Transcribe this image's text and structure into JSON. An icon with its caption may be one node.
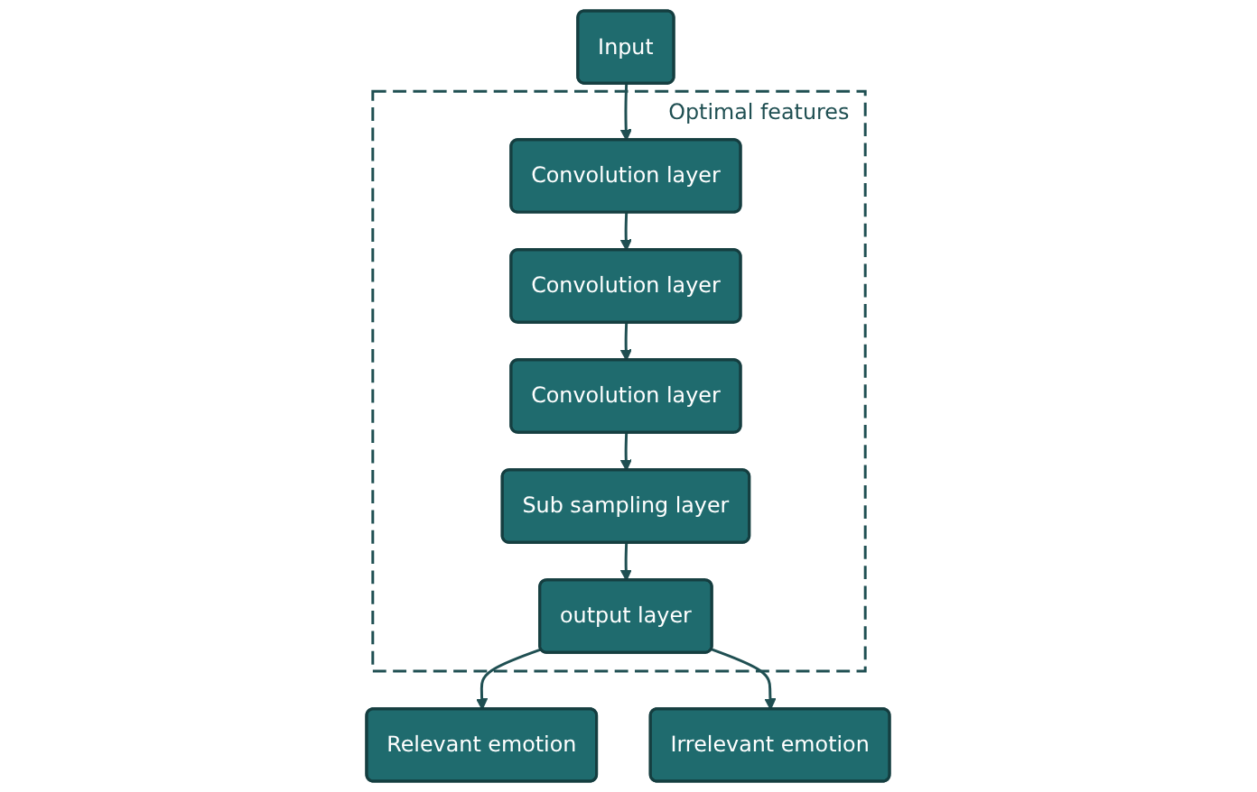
{
  "diagram": {
    "nodes": [
      {
        "text": [
          "Input"
        ]
      },
      {
        "text": [
          "Optimal features"
        ]
      },
      {
        "text": [
          "Convolution layer"
        ],
        "in": 1
      },
      {
        "text": [
          "Convolution layer"
        ],
        "in": 1
      },
      {
        "text": [
          "Convolution layer"
        ],
        "in": 1
      },
      {
        "text": [
          "Sub sampling layer"
        ],
        "in": 1
      },
      {
        "text": [
          "output layer"
        ],
        "in": 1
      },
      {
        "text": [
          "Relevant emotion"
        ]
      },
      {
        "text": [
          "Irrelevant emotion"
        ]
      }
    ],
    "edges": [
      {
        "from": 0,
        "to": 2,
        "arrow": "to"
      },
      {
        "from": 2,
        "to": 3,
        "arrow": "to"
      },
      {
        "from": 3,
        "to": 4,
        "arrow": "to"
      },
      {
        "from": 4,
        "to": 5,
        "arrow": "to"
      },
      {
        "from": 5,
        "to": 6,
        "arrow": "to"
      },
      {
        "from": 6,
        "to": 7,
        "arrow": "to"
      },
      {
        "from": 6,
        "to": 8,
        "arrow": "to"
      }
    ]
  }
}
